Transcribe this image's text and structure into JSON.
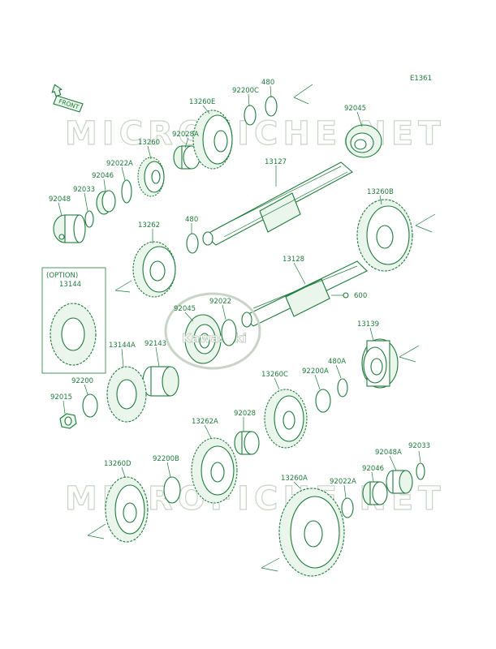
{
  "diagram": {
    "code": "E1361",
    "front_label": "FRONT",
    "watermark": "MICROFICHE.NET",
    "brand": "Kawasaki",
    "option_label": "(OPTION)",
    "parts": [
      {
        "id": "p-480-top",
        "number": "480"
      },
      {
        "id": "p-92200c",
        "number": "92200C"
      },
      {
        "id": "p-13260e",
        "number": "13260E"
      },
      {
        "id": "p-92045-top",
        "number": "92045"
      },
      {
        "id": "p-92028a",
        "number": "92028A"
      },
      {
        "id": "p-13260",
        "number": "13260"
      },
      {
        "id": "p-92022a-top",
        "number": "92022A"
      },
      {
        "id": "p-13127",
        "number": "13127"
      },
      {
        "id": "p-92046-top",
        "number": "92046"
      },
      {
        "id": "p-92033-top",
        "number": "92033"
      },
      {
        "id": "p-92048",
        "number": "92048"
      },
      {
        "id": "p-13260b",
        "number": "13260B"
      },
      {
        "id": "p-13262",
        "number": "13262"
      },
      {
        "id": "p-480-mid",
        "number": "480"
      },
      {
        "id": "p-13128",
        "number": "13128"
      },
      {
        "id": "p-13144",
        "number": "13144"
      },
      {
        "id": "p-600",
        "number": "600"
      },
      {
        "id": "p-92045-mid",
        "number": "92045"
      },
      {
        "id": "p-92022",
        "number": "92022"
      },
      {
        "id": "p-13139",
        "number": "13139"
      },
      {
        "id": "p-13144a",
        "number": "13144A"
      },
      {
        "id": "p-92143",
        "number": "92143"
      },
      {
        "id": "p-480a",
        "number": "480A"
      },
      {
        "id": "p-13260c",
        "number": "13260C"
      },
      {
        "id": "p-92200a",
        "number": "92200A"
      },
      {
        "id": "p-92200",
        "number": "92200"
      },
      {
        "id": "p-92015",
        "number": "92015"
      },
      {
        "id": "p-13262a",
        "number": "13262A"
      },
      {
        "id": "p-92028",
        "number": "92028"
      },
      {
        "id": "p-92033-bot",
        "number": "92033"
      },
      {
        "id": "p-92048a",
        "number": "92048A"
      },
      {
        "id": "p-13260d",
        "number": "13260D"
      },
      {
        "id": "p-92200b",
        "number": "92200B"
      },
      {
        "id": "p-13260a",
        "number": "13260A"
      },
      {
        "id": "p-92046-bot",
        "number": "92046"
      },
      {
        "id": "p-92022a-bot",
        "number": "92022A"
      }
    ]
  },
  "colors": {
    "line": "#1e7a3a",
    "watermark": "#c8d4c8",
    "background": "#ffffff"
  }
}
